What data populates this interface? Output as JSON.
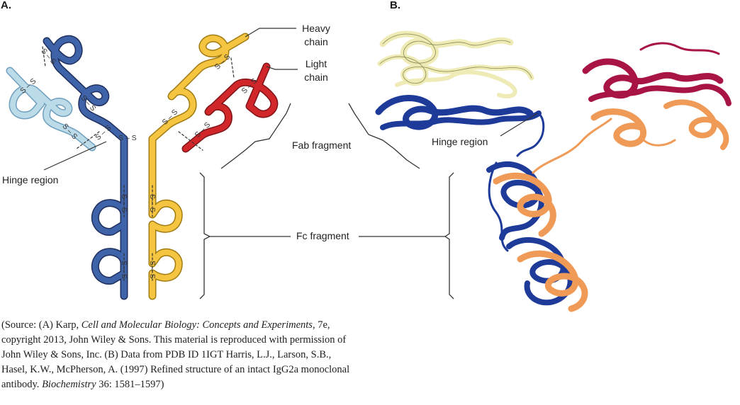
{
  "panels": {
    "a_label": "A.",
    "b_label": "B."
  },
  "labels": {
    "heavy_chain": [
      "Heavy",
      "chain"
    ],
    "light_chain": [
      "Light",
      "chain"
    ],
    "hinge_region_a": "Hinge region",
    "fab_fragment": "Fab fragment",
    "hinge_region_b": "Hinge region",
    "fc_fragment": "Fc fragment"
  },
  "disulfide_label": "S – S",
  "colors": {
    "heavy_chain_left": "#3f63a8",
    "light_chain_left": "#bcdbe9",
    "heavy_chain_right": "#f5c542",
    "light_chain_right": "#d1272b",
    "ribbon_pale": "#eeebb6",
    "ribbon_blue": "#1f3b9a",
    "ribbon_orange": "#ef9a56",
    "ribbon_crimson": "#a81544"
  },
  "caption": {
    "p1": "(Source: (A) Karp, ",
    "p1_italic": "Cell and Molecular Biology: Concepts and Experiments",
    "p2": ", 7e, copyright 2013, John Wiley & Sons. This material is reproduced with permission of John Wiley & Sons, Inc. (B) Data from PDB ID 1IGT Harris, L.J., Larson, S.B., Hasel, K.W., McPherson, A. (1997) Refined structure of an intact IgG2a monoclonal antibody. ",
    "p2_italic": "Biochemistry",
    "p3": " 36: 1581–1597)"
  }
}
